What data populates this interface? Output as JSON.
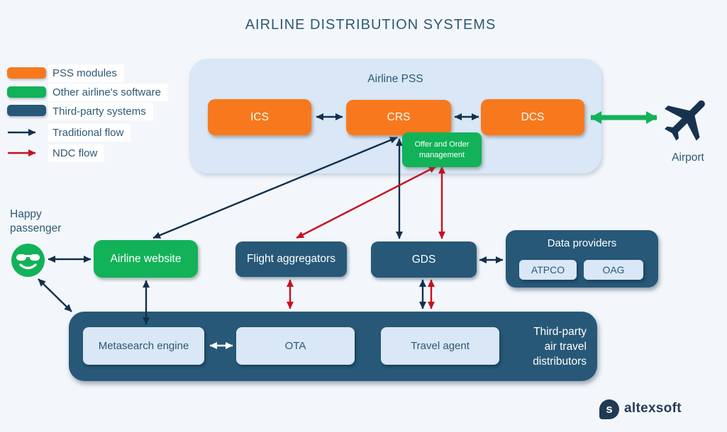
{
  "title": "AIRLINE DISTRIBUTION SYSTEMS",
  "legend": {
    "items": [
      {
        "label": "PSS modules",
        "swatch_color": "#F8791D",
        "type": "box"
      },
      {
        "label": "Other airline's software",
        "swatch_color": "#12B259",
        "type": "box"
      },
      {
        "label": "Third-party systems",
        "swatch_color": "#275877",
        "type": "box"
      },
      {
        "label": "Traditional flow",
        "swatch_color": "#12304E",
        "type": "arrow"
      },
      {
        "label": "NDC flow",
        "swatch_color": "#C8101E",
        "type": "arrow"
      }
    ]
  },
  "pss": {
    "title": "Airline PSS",
    "ics": "ICS",
    "crs": "CRS",
    "dcs": "DCS",
    "offer_order": "Offer and Order management"
  },
  "airport": {
    "label": "Airport"
  },
  "passenger": {
    "label": "Happy passenger"
  },
  "nodes": {
    "airline_website": "Airline website",
    "flight_aggregators": "Flight aggregators",
    "gds": "GDS"
  },
  "data_providers": {
    "title": "Data providers",
    "atpco": "ATPCO",
    "oag": "OAG"
  },
  "distributors": {
    "label": "Third-party air travel distributors",
    "metasearch": "Metasearch engine",
    "ota": "OTA",
    "travel_agent": "Travel agent"
  },
  "branding": {
    "name": "altexsoft"
  },
  "colors": {
    "background": "#F3F7FB",
    "pss_module": "#F8791D",
    "airline_software": "#12B259",
    "third_party": "#275877",
    "light_panel": "#D9E7F6",
    "traditional_flow": "#12304E",
    "ndc_flow": "#C8101E",
    "text": "#2E5875"
  },
  "flows": {
    "traditional": [
      [
        "ICS",
        "CRS"
      ],
      [
        "CRS",
        "DCS"
      ],
      [
        "DCS",
        "Airport"
      ],
      [
        "CRS",
        "Airline website"
      ],
      [
        "CRS",
        "GDS"
      ],
      [
        "Happy passenger",
        "Airline website"
      ],
      [
        "Happy passenger",
        "Third-party air travel distributors"
      ],
      [
        "Airline website",
        "Metasearch engine"
      ],
      [
        "GDS",
        "Third-party air travel distributors"
      ],
      [
        "GDS",
        "Data providers"
      ],
      [
        "Metasearch engine",
        "OTA"
      ]
    ],
    "ndc": [
      [
        "Offer and Order management",
        "Flight aggregators"
      ],
      [
        "Offer and Order management",
        "GDS"
      ],
      [
        "Flight aggregators",
        "Third-party air travel distributors"
      ],
      [
        "GDS",
        "Third-party air travel distributors"
      ]
    ]
  }
}
